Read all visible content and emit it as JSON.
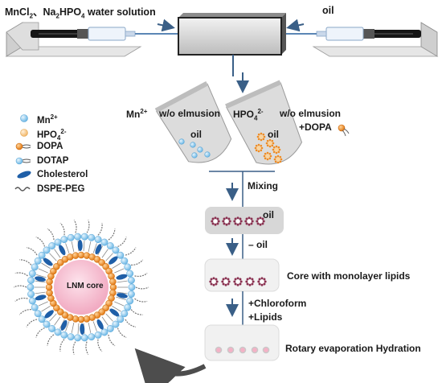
{
  "top": {
    "left_label_html": "MnCl<sub>2</sub>、Na<sub>2</sub>HPO<sub>4</sub> water solution",
    "right_label": "oil"
  },
  "tubes": {
    "mn_label_html": "Mn<sup>2+</sup>",
    "mn_emulsion": "w/o elmusion",
    "mn_oil": "oil",
    "hpo_label_html": "HPO<sub>4</sub><sup>2-</sup>",
    "hpo_emulsion": "w/o elmusion",
    "hpo_oil": "oil",
    "dopa_add": "+DOPA"
  },
  "legend": [
    {
      "icon": "mn-ion-icon",
      "label_html": "Mn<sup>2+</sup>"
    },
    {
      "icon": "hpo4-ion-icon",
      "label_html": "HPO<sub>4</sub><sup>2-</sup>"
    },
    {
      "icon": "dopa-icon",
      "label_html": "DOPA"
    },
    {
      "icon": "dotap-icon",
      "label_html": "DOTAP"
    },
    {
      "icon": "cholesterol-icon",
      "label_html": "Cholesterol"
    },
    {
      "icon": "dspe-peg-icon",
      "label_html": "DSPE-PEG"
    }
  ],
  "steps": {
    "mixing": "Mixing",
    "mix_oil": "oil",
    "minus_oil": "– oil",
    "core_text": "Core with monolayer lipids",
    "chloroform": "+Chloroform",
    "lipids": "+Lipids",
    "rotary": "Rotary evaporation Hydration"
  },
  "particle": {
    "core_label": "LNM core"
  },
  "colors": {
    "mn": "#7fc3ea",
    "hpo4": "#f7c98a",
    "dopa": "#f08c22",
    "cholesterol": "#1f5fa8",
    "core": "#f4b2c6",
    "panel": "#d9d9d9",
    "arrow": "#3a5f87"
  }
}
